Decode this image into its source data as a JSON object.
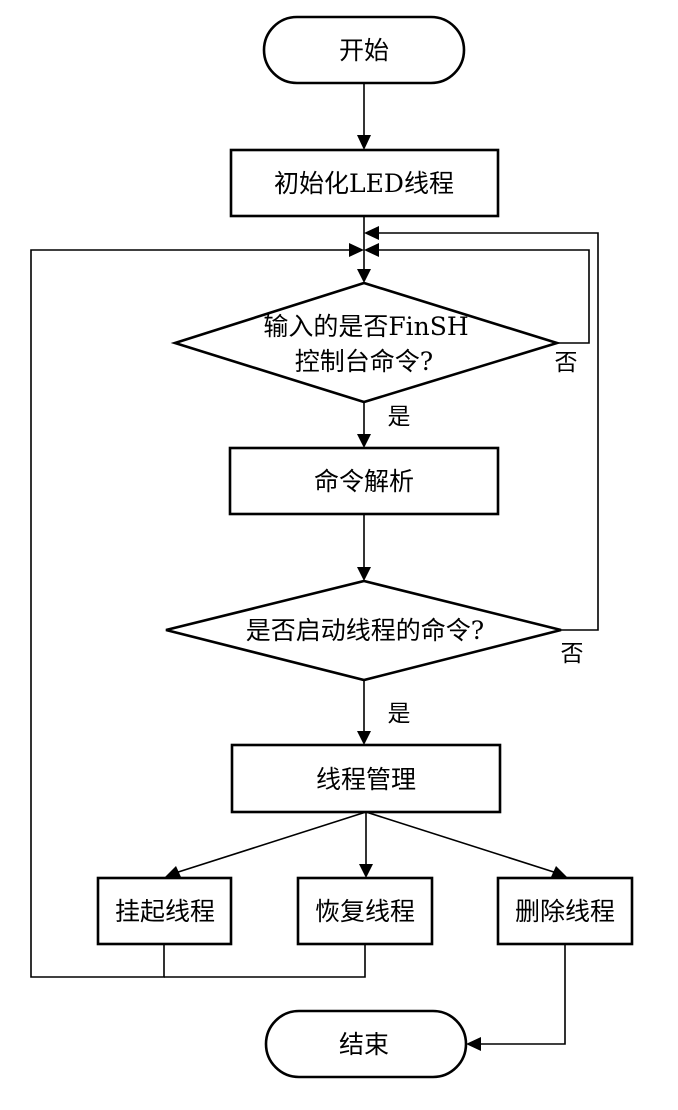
{
  "diagram": {
    "type": "flowchart",
    "nodes": {
      "start": {
        "label": "开始",
        "shape": "terminator"
      },
      "init": {
        "label": "初始化LED线程",
        "shape": "process"
      },
      "decision1": {
        "line1": "输入的是否FinSH",
        "line2": "控制台命令?",
        "shape": "decision"
      },
      "parse": {
        "label": "命令解析",
        "shape": "process"
      },
      "decision2": {
        "label": "是否启动线程的命令?",
        "shape": "decision"
      },
      "manage": {
        "label": "线程管理",
        "shape": "process"
      },
      "suspend": {
        "label": "挂起线程",
        "shape": "process"
      },
      "resume": {
        "label": "恢复线程",
        "shape": "process"
      },
      "delete": {
        "label": "删除线程",
        "shape": "process"
      },
      "end": {
        "label": "结束",
        "shape": "terminator"
      }
    },
    "edge_labels": {
      "d1_yes": "是",
      "d1_no": "否",
      "d2_yes": "是",
      "d2_no": "否"
    },
    "edges": [
      {
        "from": "start",
        "to": "init"
      },
      {
        "from": "init",
        "to": "decision1"
      },
      {
        "from": "decision1",
        "to": "parse",
        "label": "是"
      },
      {
        "from": "decision1",
        "to": "decision1",
        "label": "否"
      },
      {
        "from": "parse",
        "to": "decision2"
      },
      {
        "from": "decision2",
        "to": "manage",
        "label": "是"
      },
      {
        "from": "decision2",
        "to": "decision1",
        "label": "否"
      },
      {
        "from": "manage",
        "to": "suspend"
      },
      {
        "from": "manage",
        "to": "resume"
      },
      {
        "from": "manage",
        "to": "delete"
      },
      {
        "from": "suspend",
        "to": "decision1"
      },
      {
        "from": "resume",
        "to": "decision1"
      },
      {
        "from": "delete",
        "to": "end"
      }
    ]
  }
}
